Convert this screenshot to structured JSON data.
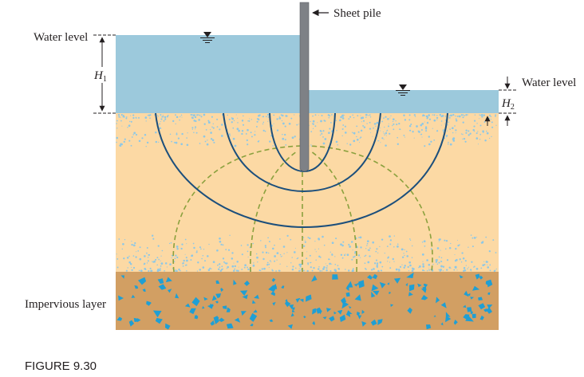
{
  "labels": {
    "sheet_pile": "Sheet pile",
    "water_level_left": "Water level",
    "water_level_right": "Water level",
    "h1_letter": "H",
    "h1_sub": "1",
    "h2_letter": "H",
    "h2_sub": "2",
    "impervious": "Impervious layer",
    "figure": "FIGURE 9.30"
  },
  "colors": {
    "water": "#9cc9dc",
    "soil": "#fcd9a4",
    "impervious": "#d29f63",
    "flow_line": "#1c4f7c",
    "equipotential": "#8ba13e",
    "pile": "#7e8186",
    "speckle": "#8ec8e6",
    "stone": "#1f9fd4",
    "text": "#231f20"
  },
  "icons": {
    "water_surface_marker": "inverted-triangle-icon",
    "arrow": "arrow-icon"
  }
}
